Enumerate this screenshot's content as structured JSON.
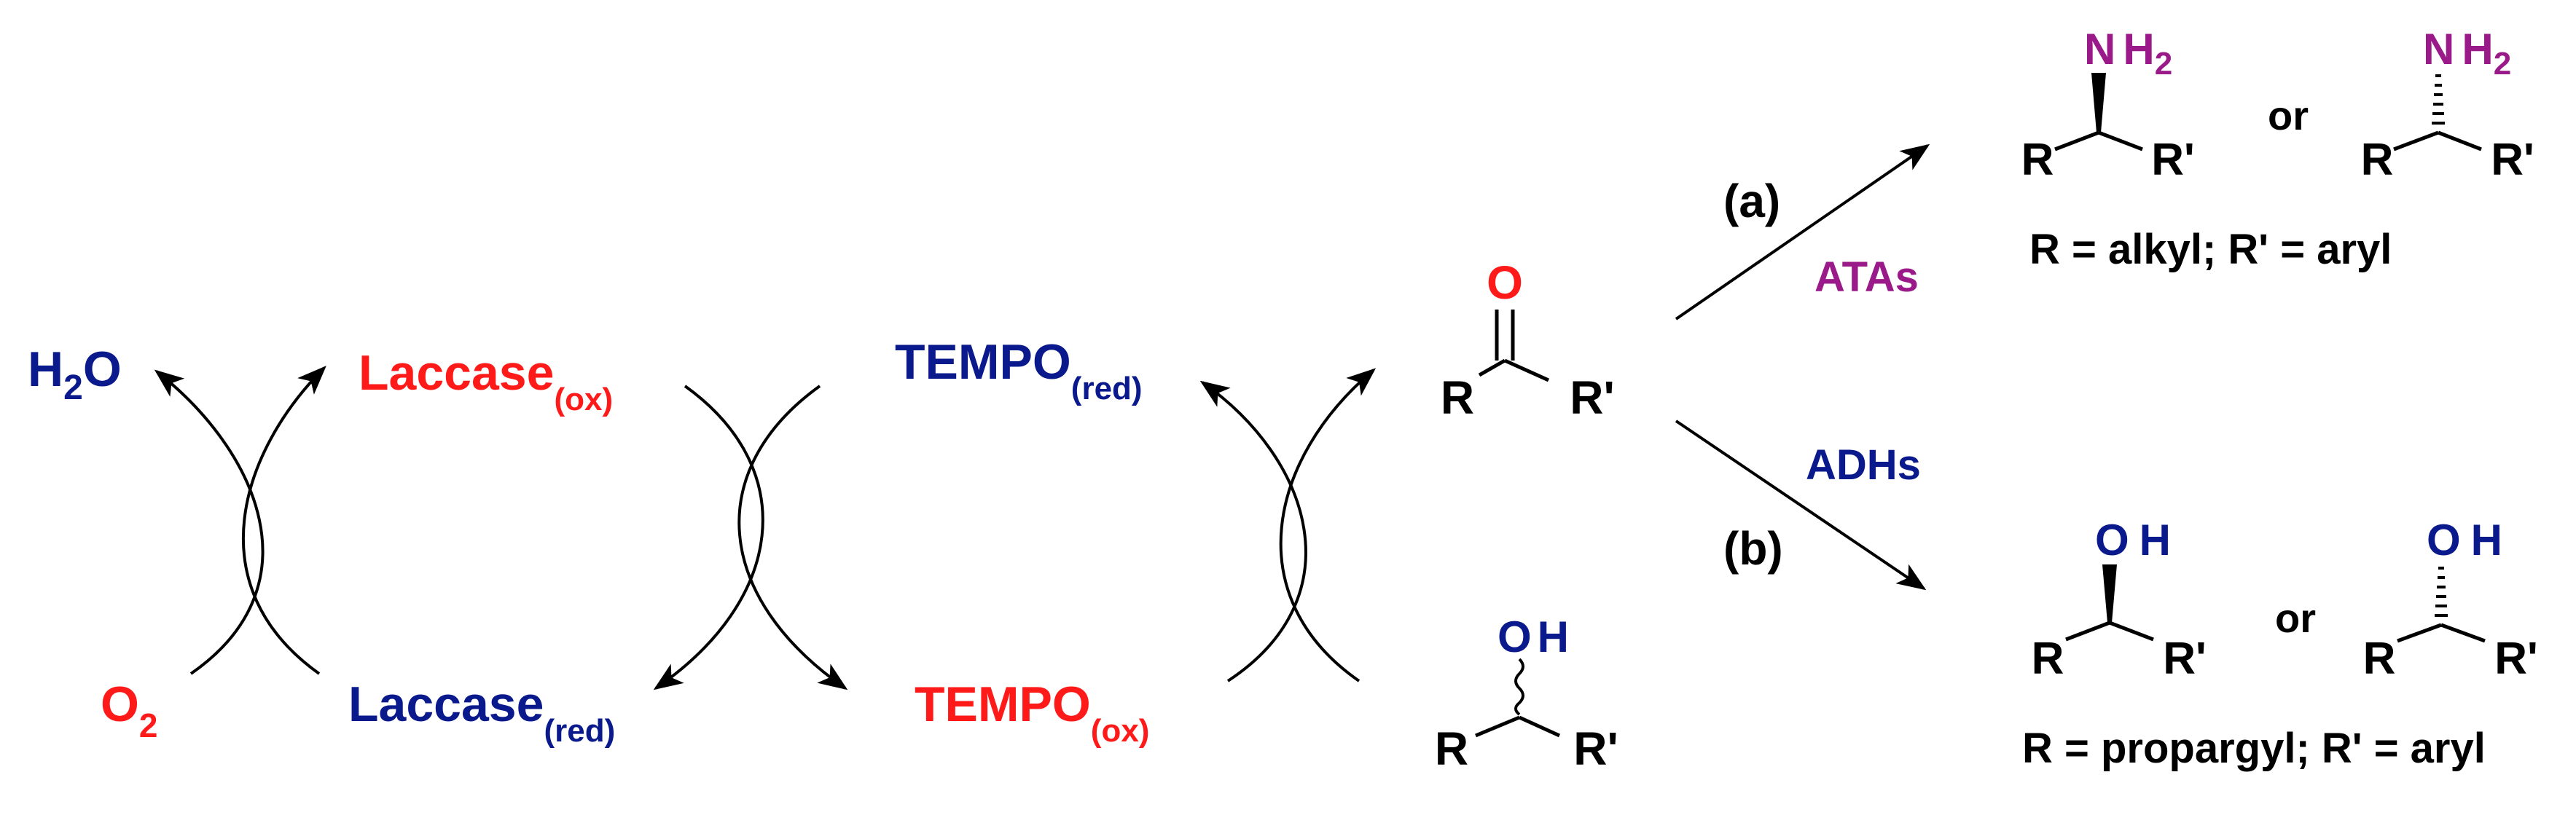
{
  "colors": {
    "red": "#ff1a1a",
    "blue": "#0a1a8c",
    "purple": "#9a1a8a",
    "black": "#000000"
  },
  "cycle": {
    "water": {
      "base": "H",
      "sub": "2",
      "tail": "O"
    },
    "oxygen": {
      "base": "O",
      "sub": "2"
    },
    "laccase_ox": {
      "base": "Laccase",
      "sub": "(ox)"
    },
    "laccase_red": {
      "base": "Laccase",
      "sub": "(red)"
    },
    "tempo_red": {
      "base": "TEMPO",
      "sub": "(red)"
    },
    "tempo_ox": {
      "base": "TEMPO",
      "sub": "(ox)"
    }
  },
  "ketone": {
    "o": "O",
    "r": "R",
    "rp": "R'"
  },
  "alcohol": {
    "oh_o": "O",
    "oh_h": "H",
    "r": "R",
    "rp": "R'"
  },
  "route_a": {
    "label": "(a)",
    "enzyme": "ATAs"
  },
  "route_b": {
    "label": "(b)",
    "enzyme": "ADHs"
  },
  "amines": {
    "n": "N",
    "h2": "H",
    "sub": "2",
    "r": "R",
    "rp": "R'",
    "or": "or",
    "caption": "R = alkyl; R' = aryl"
  },
  "alcohols": {
    "o": "O",
    "h": "H",
    "r": "R",
    "rp": "R'",
    "or": "or",
    "caption": "R = propargyl; R' = aryl"
  }
}
